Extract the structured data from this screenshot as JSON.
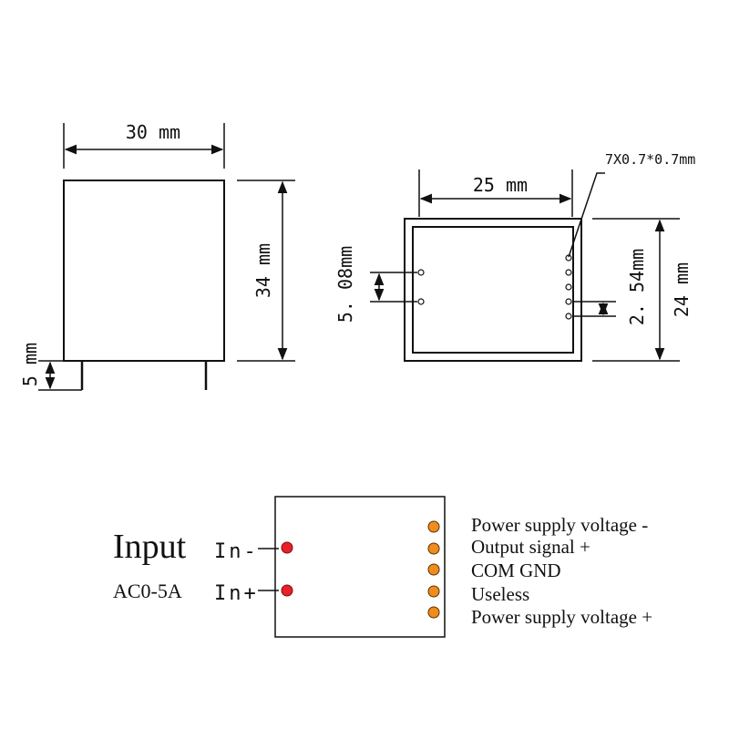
{
  "dimensions": {
    "width": "30 mm",
    "height": "34 mm",
    "pin_length": "5 mm",
    "bottom_width": "25 mm",
    "pin_size": "7X0.7*0.7mm",
    "pitch_large": "5. 08mm",
    "pitch_small": "2. 54mm",
    "bottom_height": "24 mm"
  },
  "wiring": {
    "input_title": "Input",
    "input_range": "AC0-5A",
    "in_minus": "In-",
    "in_plus": "In+",
    "outputs": [
      "Power supply voltage -",
      "Output signal +",
      "COM GND",
      "Useless",
      "Power supply voltage +"
    ]
  },
  "colors": {
    "input_pin": "#e8202a",
    "output_pin": "#f08c1e",
    "line": "#111111"
  }
}
